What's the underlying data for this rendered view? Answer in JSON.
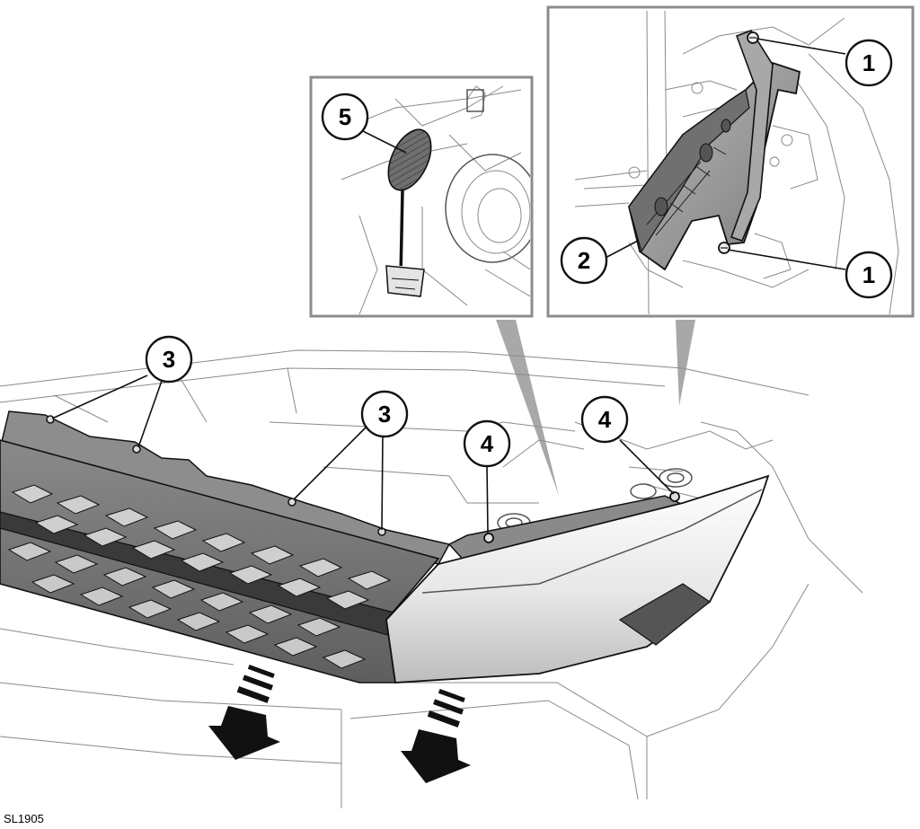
{
  "figure": {
    "reference_code": "SL1905"
  },
  "callouts": [
    {
      "id": "callout-1-top",
      "label": "1"
    },
    {
      "id": "callout-1-bottom",
      "label": "1"
    },
    {
      "id": "callout-2",
      "label": "2"
    },
    {
      "id": "callout-3-left",
      "label": "3"
    },
    {
      "id": "callout-3-center",
      "label": "3"
    },
    {
      "id": "callout-4-left",
      "label": "4"
    },
    {
      "id": "callout-4-right",
      "label": "4"
    },
    {
      "id": "callout-5",
      "label": "5"
    }
  ],
  "colors": {
    "line": "#000000",
    "part_dark": "#6e6e6e",
    "part_mid": "#9a9a9a",
    "part_light": "#d4d4d4",
    "inset_border": "#8c8c8c",
    "pointer_cone": "#a8a8a8",
    "background": "#ffffff"
  }
}
